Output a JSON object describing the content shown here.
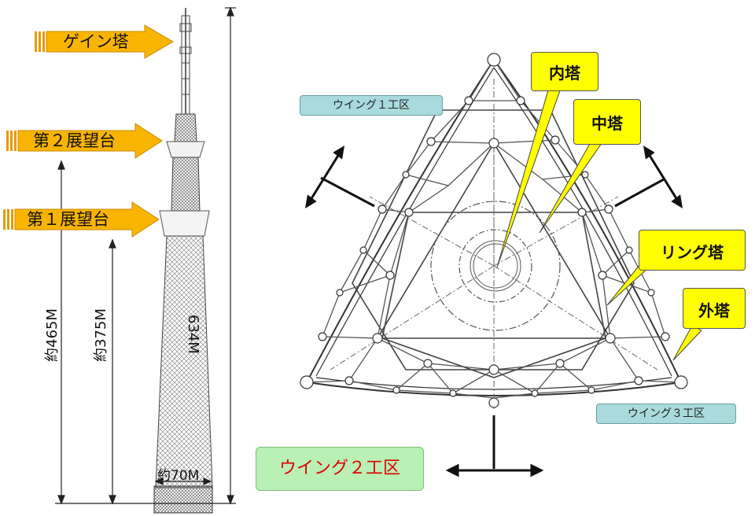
{
  "tower": {
    "gain_label": "ゲイン塔",
    "deck2_label": "第２展望台",
    "deck1_label": "第１展望台",
    "height_465": "約465M",
    "height_375": "約375M",
    "height_634": "634M",
    "base_width": "約70M"
  },
  "plan": {
    "wing1": "ウイング１工区",
    "wing2": "ウイング２工区",
    "wing3": "ウイング３工区",
    "callouts": {
      "inner": "内塔",
      "middle": "中塔",
      "ring": "リング塔",
      "outer": "外塔"
    }
  },
  "colors": {
    "arrow_fill": "#f9b400",
    "callout_fill": "#ffff00",
    "wing_label_bg": "#a9dadc",
    "wing2_bg": "#b8f0b5",
    "wing2_text": "#e00000"
  }
}
